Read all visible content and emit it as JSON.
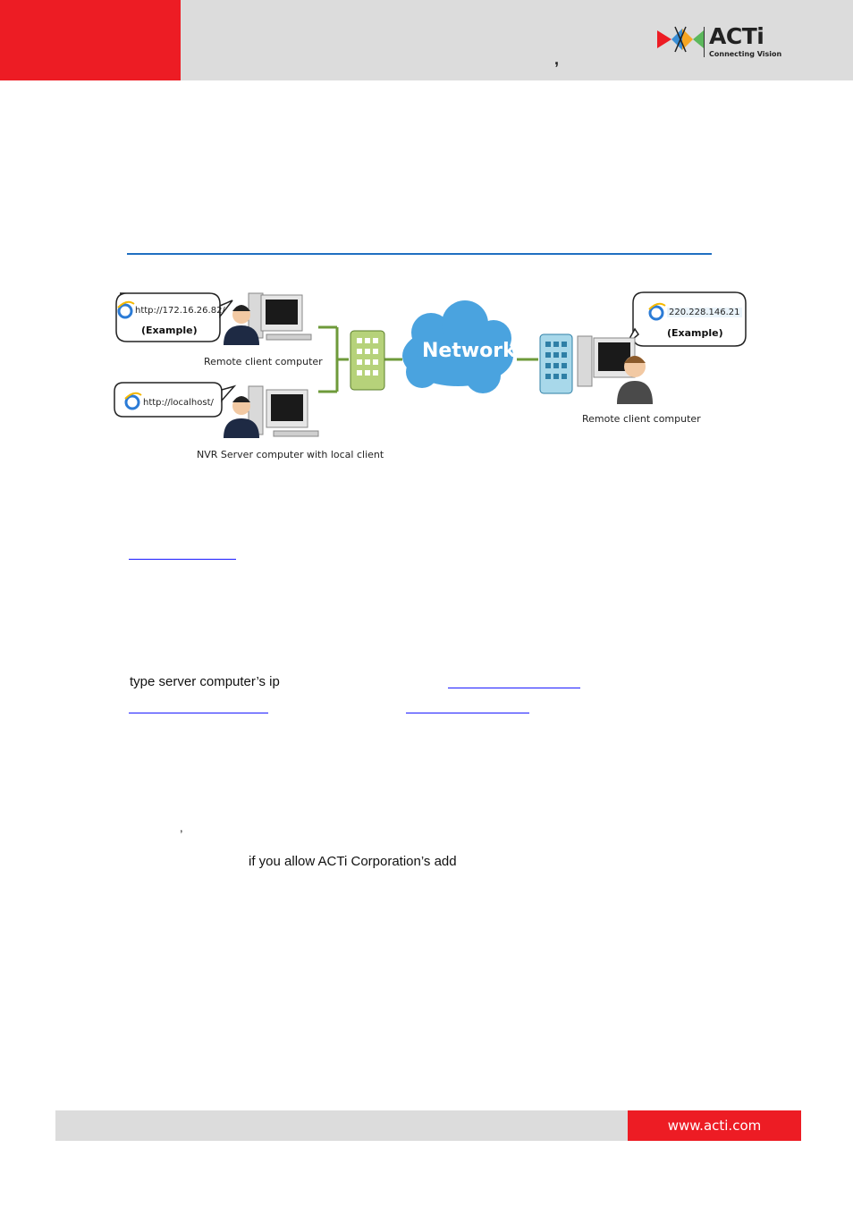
{
  "header": {
    "comma": ",",
    "logo_text": "ACTi",
    "logo_tagline": "Connecting Vision"
  },
  "diagram": {
    "remote_client_1": {
      "url": "http://172.16.26.82/",
      "example": "(Example)",
      "label": "Remote client computer"
    },
    "local_client": {
      "url": "http://localhost/",
      "label": "NVR Server computer with local client"
    },
    "network": "Network",
    "remote_client_2": {
      "url": "220.228.146.21",
      "example": "(Example)",
      "label": "Remote client computer"
    }
  },
  "body": {
    "line1": "type  server  computer’s  ip",
    "line2_comma": ",",
    "line3": "if you allow ACTi Corporation’s add"
  },
  "footer": {
    "url": "www.acti.com"
  },
  "colors": {
    "brand_red": "#ed1c24",
    "header_gray": "#dcdcdc",
    "link_blue": "#1f6fc1",
    "network_cloud": "#4aa3df",
    "connector_green": "#6e9a3a"
  }
}
